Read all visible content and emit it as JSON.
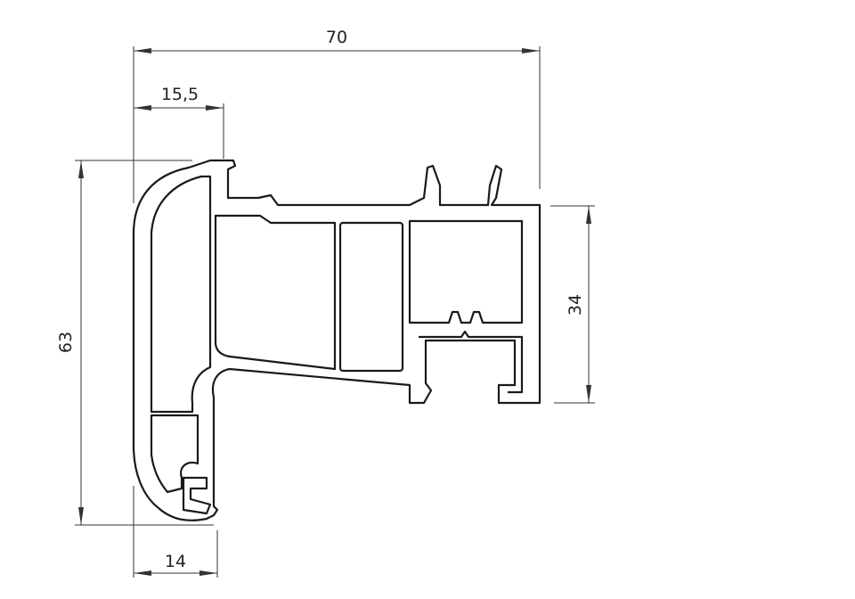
{
  "dimensions": {
    "overall_width": "70",
    "flange_width": "15,5",
    "overall_height": "63",
    "body_height": "34",
    "bottom_width": "14"
  },
  "colors": {
    "line": "#1a1a1a",
    "dimension": "#333333",
    "background": "#ffffff"
  }
}
